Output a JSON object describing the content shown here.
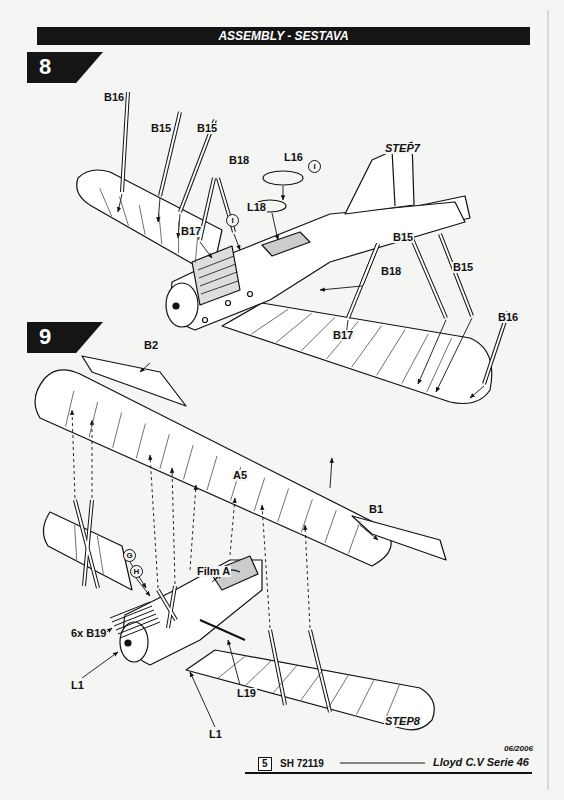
{
  "diagram": {
    "title": "ASSEMBLY - SESTAVA",
    "nodes": [
      {
        "text": [
          "8"
        ]
      },
      {
        "text": [
          "9"
        ]
      }
    ],
    "labels": [
      "B16",
      "B15",
      "B15",
      "B18",
      "L16",
      "I",
      "I",
      "L18",
      "B17",
      "STEP7",
      "B15",
      "B18",
      "B15",
      "B17",
      "B16",
      "B2",
      "A5",
      "B1",
      "G",
      "H",
      "Film A",
      "6x B19",
      "L1",
      "L19",
      "L1",
      "STEP8",
      "5",
      "SH 72119",
      "Lloyd C.V Serie 46",
      "06/2006"
    ]
  }
}
